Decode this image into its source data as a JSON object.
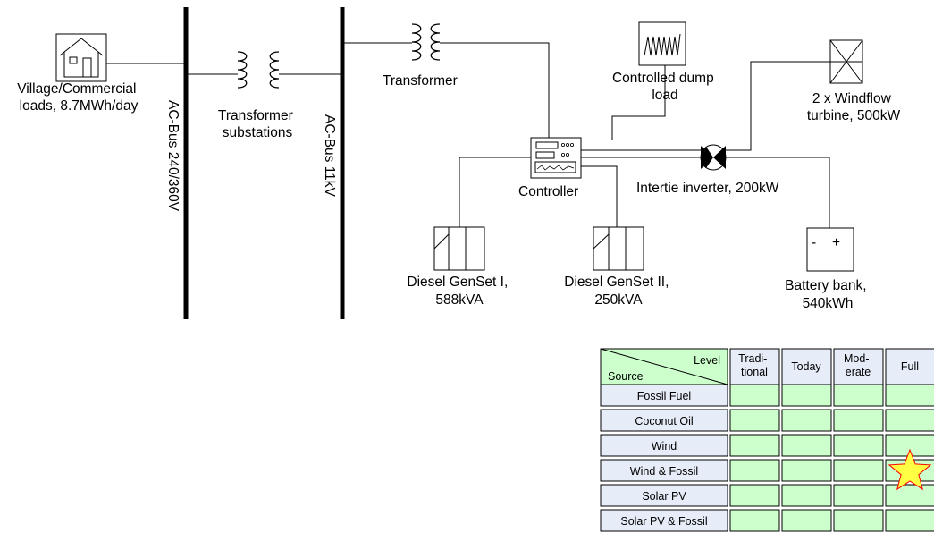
{
  "components": {
    "village_loads": {
      "line1": "Village/Commercial",
      "line2": "loads, 8.7MWh/day"
    },
    "bus_low": {
      "label": "AC-Bus 240/360V"
    },
    "transformer_substations": {
      "line1": "Transformer",
      "line2": "substations"
    },
    "bus_high": {
      "label": "AC-Bus 11kV"
    },
    "transformer": {
      "label": "Transformer"
    },
    "dump_load": {
      "line1": "Controlled dump",
      "line2": "load"
    },
    "windflow_turbine": {
      "line1": "2 x Windflow",
      "line2": "turbine,  500kW"
    },
    "controller": {
      "label": "Controller"
    },
    "intertie_inverter": {
      "label": "Intertie inverter, 200kW"
    },
    "diesel_genset_1": {
      "line1": "Diesel GenSet I,",
      "line2": "588kVA"
    },
    "diesel_genset_2": {
      "line1": "Diesel GenSet II,",
      "line2": "250kVA"
    },
    "battery_bank": {
      "line1": "Battery bank,",
      "line2": "540kWh",
      "minus": "-",
      "plus": "+"
    }
  },
  "matrix": {
    "corner_level": "Level",
    "corner_source": "Source",
    "columns": [
      {
        "line1": "Tradi-",
        "line2": "tional"
      },
      {
        "line1": "Today",
        "line2": ""
      },
      {
        "line1": "Mod-",
        "line2": "erate"
      },
      {
        "line1": "Full",
        "line2": ""
      }
    ],
    "rows": [
      "Fossil Fuel",
      "Coconut Oil",
      "Wind",
      "Wind & Fossil",
      "Solar PV",
      "Solar PV & Fossil"
    ],
    "marker": {
      "row": "Wind & Fossil",
      "column": "Full",
      "shape": "star"
    },
    "colors": {
      "cell_fill": "#ccffcc",
      "row_header_fill": "#e6ecf8",
      "star_fill": "#ffff44",
      "star_stroke": "#ff0000"
    }
  }
}
